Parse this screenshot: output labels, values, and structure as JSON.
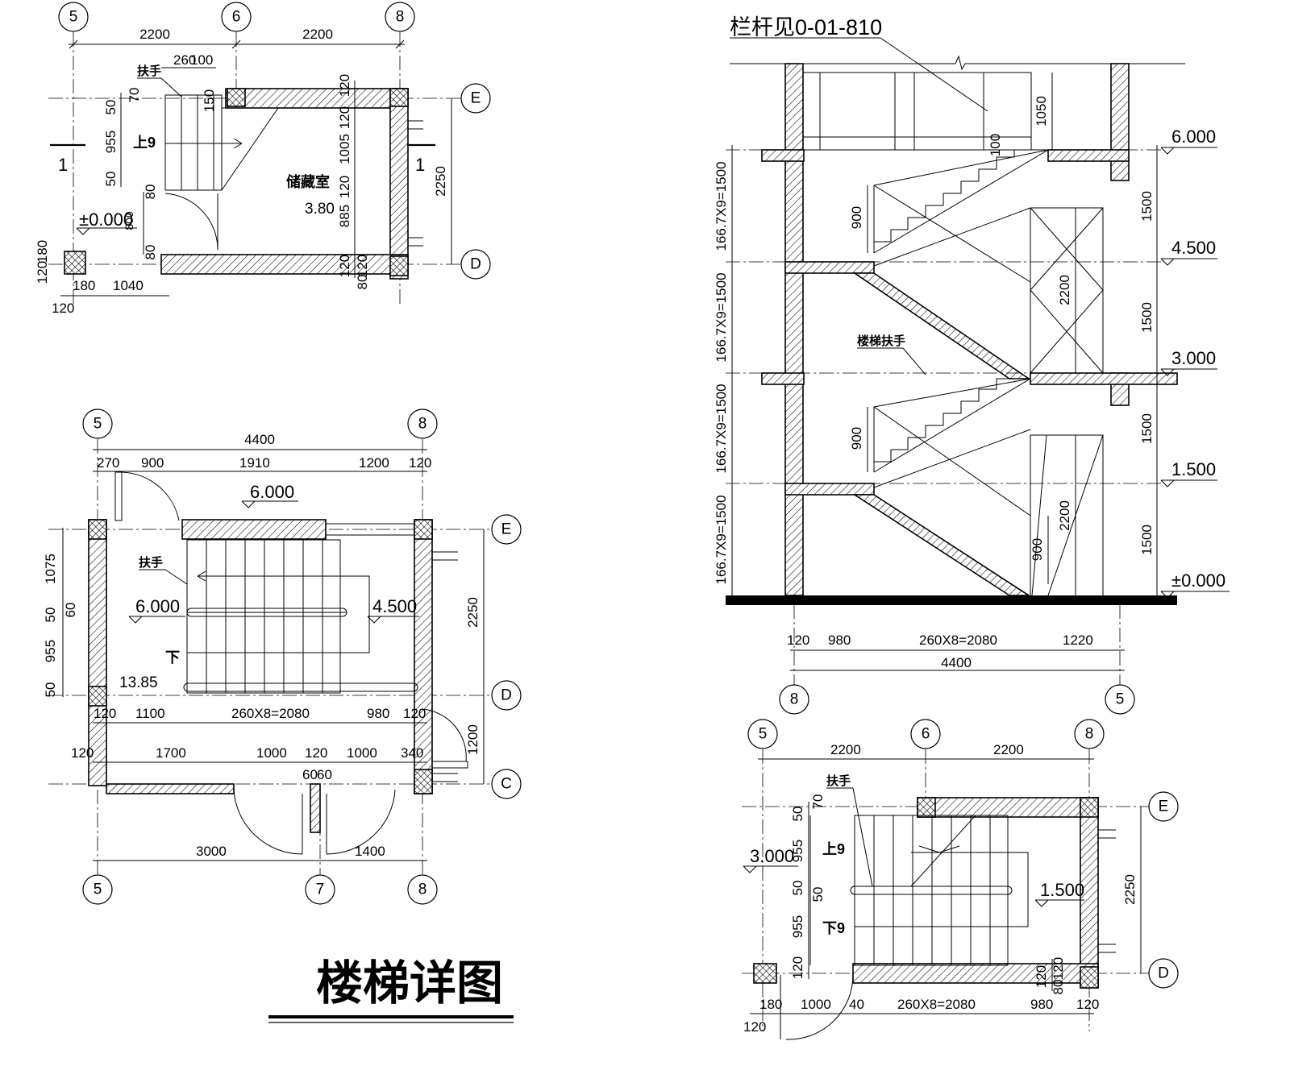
{
  "sheet_title": "楼梯详图",
  "plan_ground": {
    "axis_top": [
      "5",
      "6",
      "8"
    ],
    "axis_right": [
      "E",
      "D"
    ],
    "section_marker": "1",
    "top_dims": [
      "2200",
      "2200"
    ],
    "tread_dims": [
      "260",
      "100"
    ],
    "handrail_label": "扶手",
    "up_label": "上9",
    "room_label": "储藏室",
    "room_area": "3.80",
    "level": "±0.000",
    "left_dims": [
      "50",
      "70",
      "955",
      "50",
      "80",
      "80"
    ],
    "stub_dims": [
      "150"
    ],
    "right_dims_inner": [
      "120",
      "120",
      "1005",
      "120",
      "885",
      "120",
      "120",
      "80"
    ],
    "right_dim_total": "2250",
    "bottom_dims": [
      "180",
      "1040",
      "120"
    ],
    "left_small_dims": [
      "120",
      "180"
    ]
  },
  "plan_top": {
    "axis_top": [
      "5",
      "8"
    ],
    "axis_right": [
      "E",
      "D",
      "C"
    ],
    "axis_bottom": [
      "5",
      "7",
      "8"
    ],
    "top_total": "4400",
    "top_dims": [
      "270",
      "900",
      "1910",
      "1200",
      "120"
    ],
    "level_top": "6.000",
    "handrail_label": "扶手",
    "level_left": "6.000",
    "level_right": "4.500",
    "down_label": "下",
    "room_area": "13.85",
    "left_dims": [
      "1075",
      "50",
      "60",
      "955",
      "50"
    ],
    "right_dim": "2250",
    "right_dim_small": "1200",
    "row1_dims": [
      "120",
      "1100",
      "260X8=2080",
      "980",
      "120"
    ],
    "row2_dims": [
      "120",
      "1700",
      "1000",
      "120",
      "1000",
      "340"
    ],
    "row2_small": [
      "60",
      "60"
    ],
    "bottom_dims": [
      "3000",
      "1400"
    ]
  },
  "section": {
    "railing_note": "栏杆见0-01-810",
    "handrail_label": "楼梯扶手",
    "levels": [
      "6.000",
      "4.500",
      "3.000",
      "1.500",
      "±0.000"
    ],
    "left_dims": [
      "166.7X9=1500",
      "166.7X9=1500",
      "166.7X9=1500",
      "166.7X9=1500"
    ],
    "right_dims": [
      "1500",
      "1500",
      "1500",
      "1500"
    ],
    "rail_heights": [
      "1050",
      "100",
      "900",
      "900",
      "900"
    ],
    "door_heights": [
      "2200",
      "2200"
    ],
    "bottom_dims": [
      "120",
      "980",
      "260X8=2080",
      "1220"
    ],
    "bottom_total": "4400",
    "axis_bottom": [
      "8",
      "5"
    ]
  },
  "plan_mid": {
    "axis_top": [
      "5",
      "6",
      "8"
    ],
    "axis_right": [
      "E",
      "D"
    ],
    "top_dims": [
      "2200",
      "2200"
    ],
    "handrail_label": "扶手",
    "up_label": "上9",
    "down_label": "下9",
    "level_left": "3.000",
    "level_right": "1.500",
    "left_dims": [
      "50",
      "70",
      "955",
      "50",
      "50",
      "955",
      "120"
    ],
    "right_dim": "2250",
    "right_small": [
      "120",
      "120",
      "80"
    ],
    "bottom_dims": [
      "180",
      "1000",
      "40",
      "260X8=2080",
      "980",
      "120"
    ],
    "bottom_left": "120"
  }
}
